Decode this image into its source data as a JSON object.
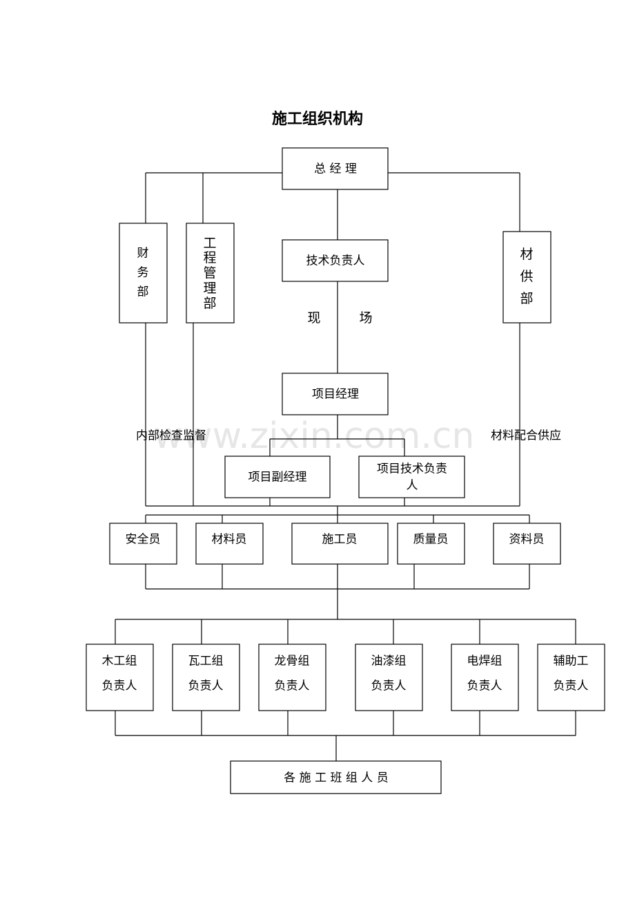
{
  "title": "施工组织机构",
  "watermark": "www.zixin.com.cn",
  "nodes": {
    "general_manager": "总 经 理",
    "finance": [
      "财",
      "务",
      "部"
    ],
    "engineering": [
      "工",
      "程",
      "管",
      "理",
      "部"
    ],
    "tech_lead": "技术负责人",
    "supply": [
      "材",
      "供",
      "部"
    ],
    "project_manager": "项目经理",
    "deputy_pm": "项目副经理",
    "project_tech_lead": [
      "项目技术负责",
      "人"
    ],
    "staff": [
      "安全员",
      "材料员",
      "施工员",
      "质量员",
      "资料员"
    ],
    "teams": [
      [
        "木工组",
        "负责人"
      ],
      [
        "瓦工组",
        "负责人"
      ],
      [
        "龙骨组",
        "负责人"
      ],
      [
        "油漆组",
        "负责人"
      ],
      [
        "电焊组",
        "负责人"
      ],
      [
        "辅助工",
        "负责人"
      ]
    ],
    "all_crews": "各 施 工 班 组 人 员"
  },
  "labels": {
    "site_left": "现",
    "site_right": "场",
    "internal_supervision": "内部检查监督",
    "material_supply": "材料配合供应"
  }
}
